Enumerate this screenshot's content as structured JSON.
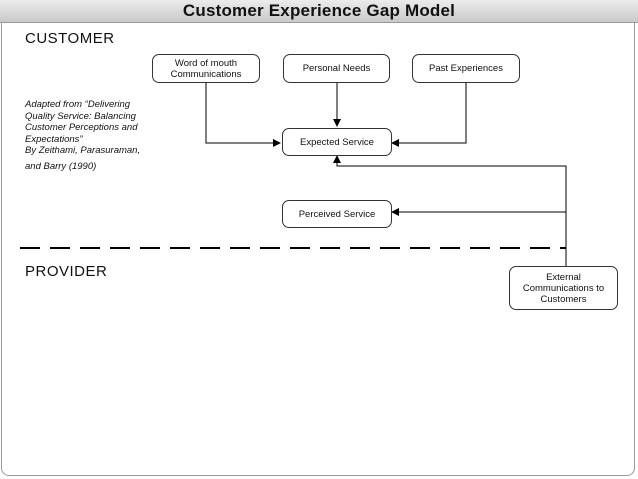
{
  "header": {
    "title": "Customer Experience Gap Model"
  },
  "sections": {
    "customer": "CUSTOMER",
    "provider": "PROVIDER"
  },
  "citation": {
    "lines": [
      "Adapted from “Delivering",
      "Quality Service: Balancing",
      "Customer Perceptions and",
      "Expectations”",
      "By Zeithami, Parasuraman,",
      "and Barry (1990)"
    ]
  },
  "nodes": {
    "word_of_mouth": "Word of mouth Communications",
    "personal_needs": "Personal Needs",
    "past_experiences": "Past Experiences",
    "expected_service": "Expected Service",
    "perceived_service": "Perceived Service",
    "external_communications": "External Communications to Customers"
  },
  "colors": {
    "line": "#000000",
    "node_border": "#333333",
    "title_bar": "#d9d9d9"
  }
}
